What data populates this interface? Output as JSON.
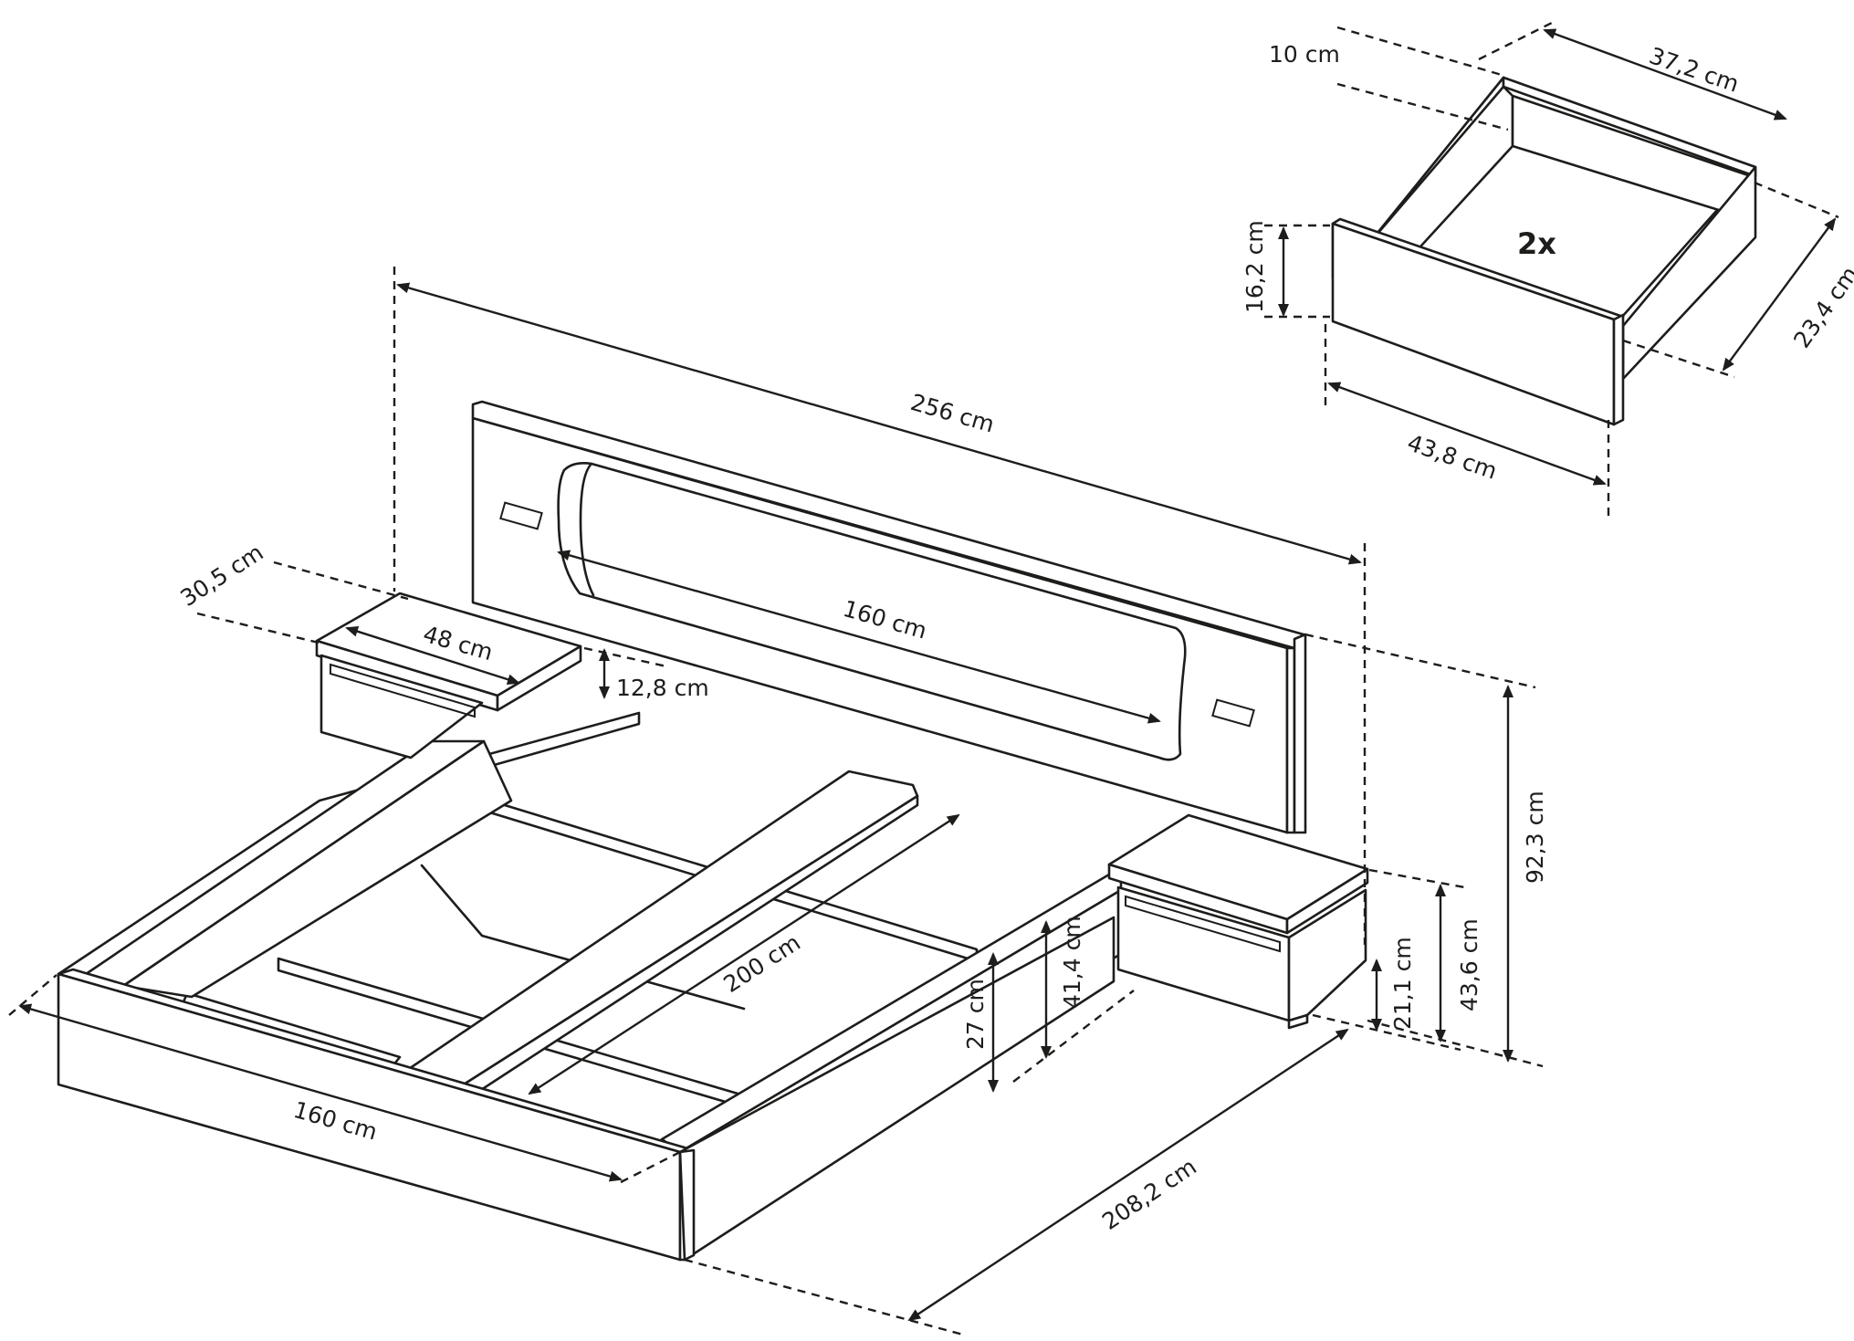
{
  "labels": {
    "headboard_width": "256 cm",
    "panel_width": "160 cm",
    "frame_width": "160 cm",
    "frame_length": "200 cm",
    "total_length": "208,2 cm",
    "total_height": "92,3 cm",
    "nightstand_height": "43,6 cm",
    "nightstand_floor_gap": "21,1 cm",
    "frame_height": "41,4 cm",
    "rail_height": "27 cm",
    "nightstand_width": "48 cm",
    "nightstand_depth": "30,5 cm",
    "nightstand_top": "12,8 cm",
    "drawer_offset": "10 cm",
    "drawer_inner_width": "37,2 cm",
    "drawer_depth": "23,4 cm",
    "drawer_height": "16,2 cm",
    "drawer_width": "43,8 cm",
    "drawer_count": "2x"
  }
}
